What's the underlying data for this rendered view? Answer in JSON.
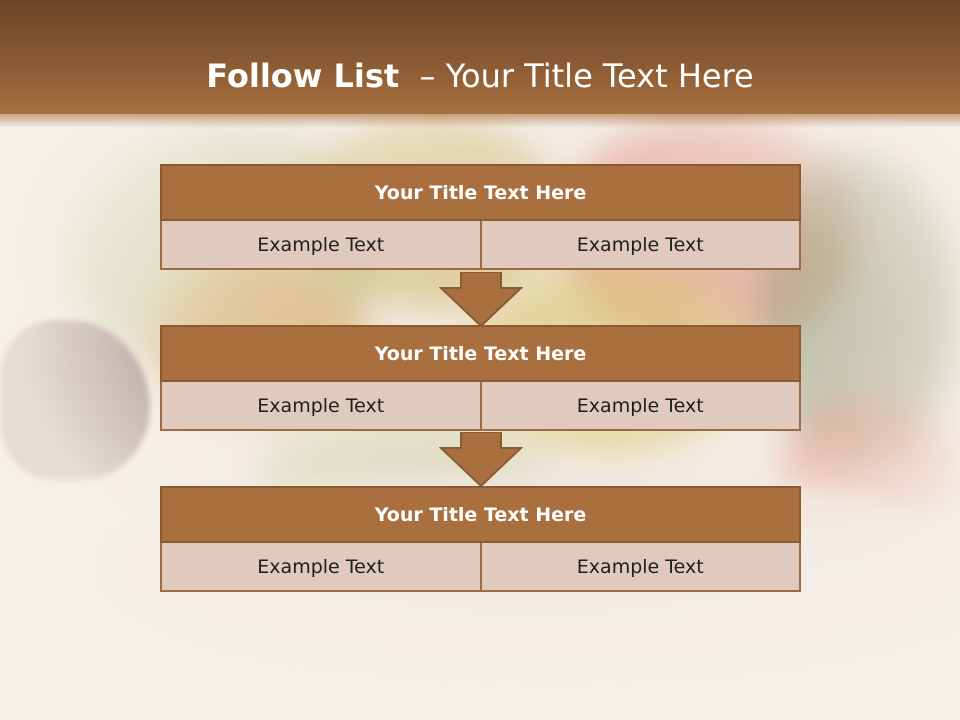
{
  "slide": {
    "title_bold": "Follow List",
    "title_rest": "  – Your Title Text Here"
  },
  "blocks": [
    {
      "title": "Your Title Text Here",
      "left": "Example Text",
      "right": "Example Text"
    },
    {
      "title": "Your Title Text Here",
      "left": "Example Text",
      "right": "Example Text"
    },
    {
      "title": "Your Title Text Here",
      "left": "Example Text",
      "right": "Example Text"
    }
  ],
  "colors": {
    "header": "#8a5a34",
    "block_title": "#a96f3f",
    "cell": "#dfcabd",
    "arrow": "#a96f3f"
  },
  "icons": [
    "down-arrow-icon",
    "down-arrow-icon"
  ]
}
